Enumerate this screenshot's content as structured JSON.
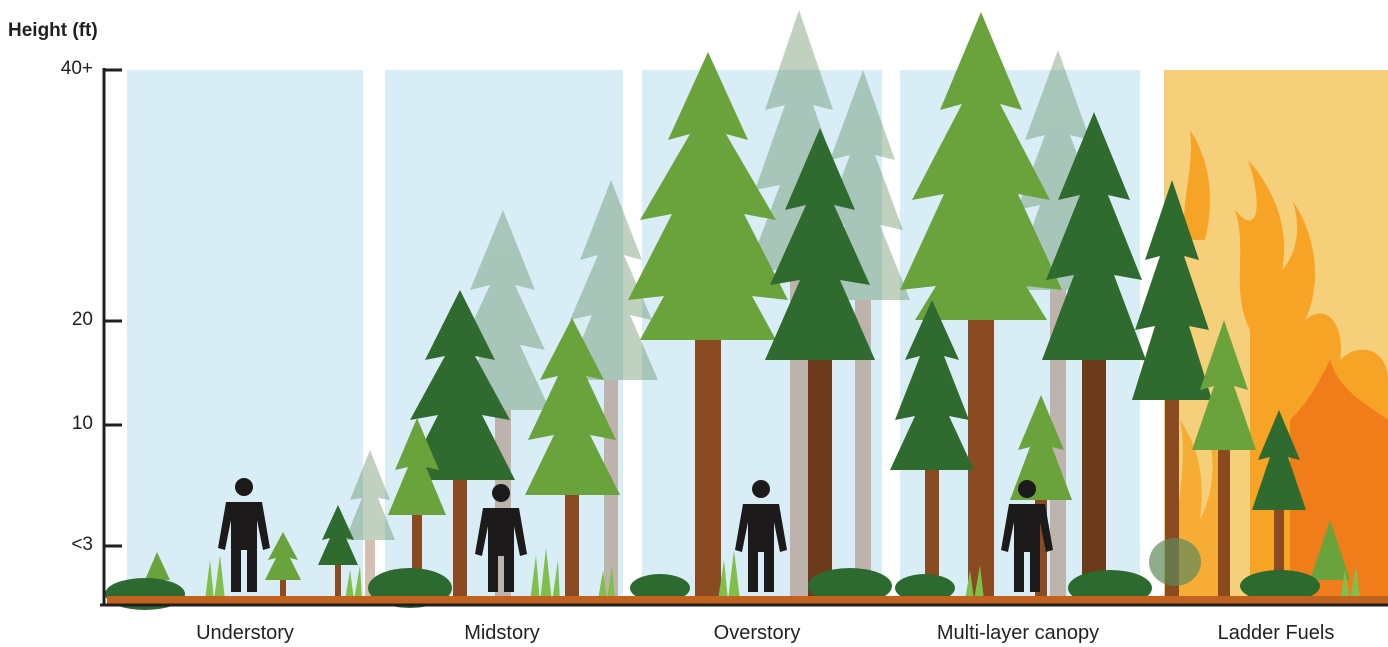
{
  "y_axis": {
    "title": "Height (ft)",
    "ticks": [
      {
        "label": "40+",
        "value": 40
      },
      {
        "label": "20",
        "value": 20
      },
      {
        "label": "10",
        "value": 10
      },
      {
        "label": "<3",
        "value": 3
      }
    ]
  },
  "sections": [
    {
      "label": "Understory"
    },
    {
      "label": "Midstory"
    },
    {
      "label": "Overstory"
    },
    {
      "label": "Multi-layer canopy"
    },
    {
      "label": "Ladder Fuels"
    }
  ],
  "colors": {
    "sky": "#d8ecf6",
    "fire_light": "#f6cf7a",
    "fire_mid": "#f7a325",
    "fire_dark": "#f07d1a",
    "ground": "#c1621f",
    "tree_light": "#6aa23c",
    "tree_dark": "#2f6b2e",
    "trunk": "#8a4a22",
    "shrub": "#2c6a2f",
    "person": "#1c1a1a"
  },
  "icons": {
    "person": "person-icon",
    "tree": "conifer-tree-icon",
    "shrub": "shrub-icon",
    "grass": "grass-icon",
    "flame": "flame-icon"
  }
}
